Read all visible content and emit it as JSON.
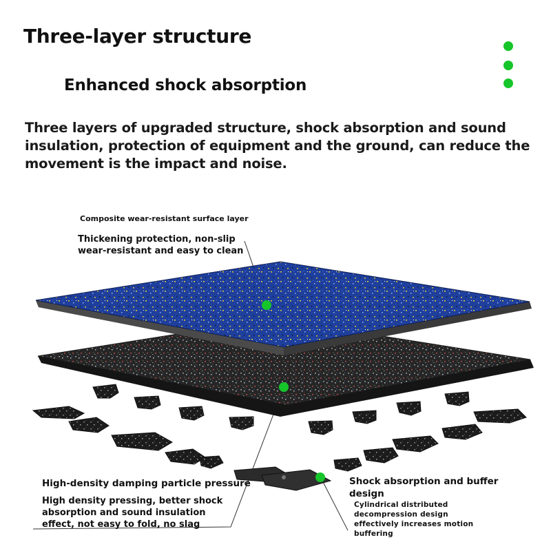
{
  "header": {
    "title": "Three-layer structure",
    "subtitle": "Enhanced shock absorption",
    "body": "Three layers of upgraded structure, shock absorption and sound insulation, protection of equipment and the ground, can reduce the movement is the impact and noise."
  },
  "layers": {
    "surface": {
      "title": "Composite wear-resistant surface layer",
      "desc": "Thickening protection, non-slip wear-resistant and easy to clean"
    },
    "damping": {
      "title": "High-density damping particle pressure",
      "desc": "High density pressing, better shock absorption and sound insulation effect, not easy to fold, no slag"
    },
    "shock": {
      "title": "Shock absorption and buffer design",
      "desc": "Cylindrical distributed decompression design effectively increases motion buffering"
    }
  },
  "colors": {
    "accent": "#16c52a",
    "surface": "#1f3f9c",
    "rubber": "#2a2a2a"
  }
}
